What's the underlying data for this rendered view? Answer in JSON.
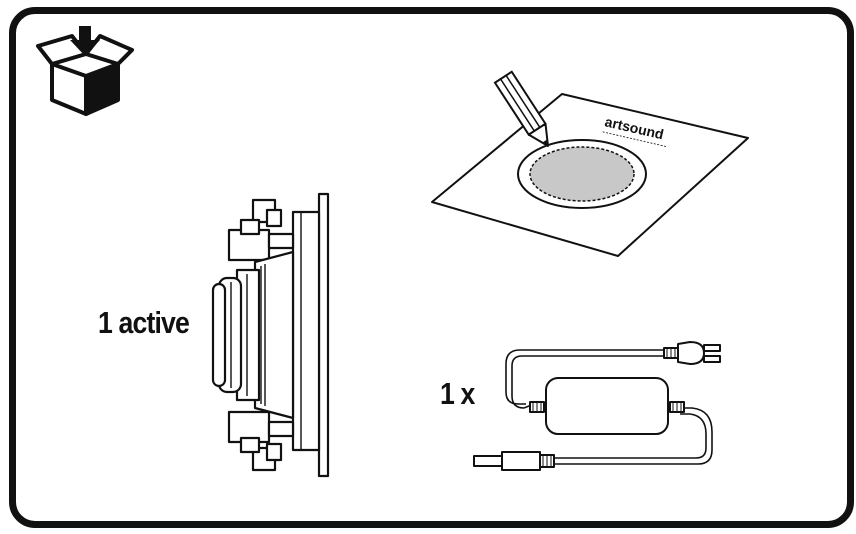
{
  "labels": {
    "speaker_count": "1 active",
    "adapter_count": "1 x"
  },
  "template": {
    "brand": "artsound"
  },
  "icons": {
    "box": "unpack-box-icon",
    "speaker": "in-wall-speaker-icon",
    "template": "cutout-template-icon",
    "adapter": "power-adapter-icon"
  },
  "colors": {
    "outline": "#111111",
    "template_fill": "#c8c8c8"
  }
}
